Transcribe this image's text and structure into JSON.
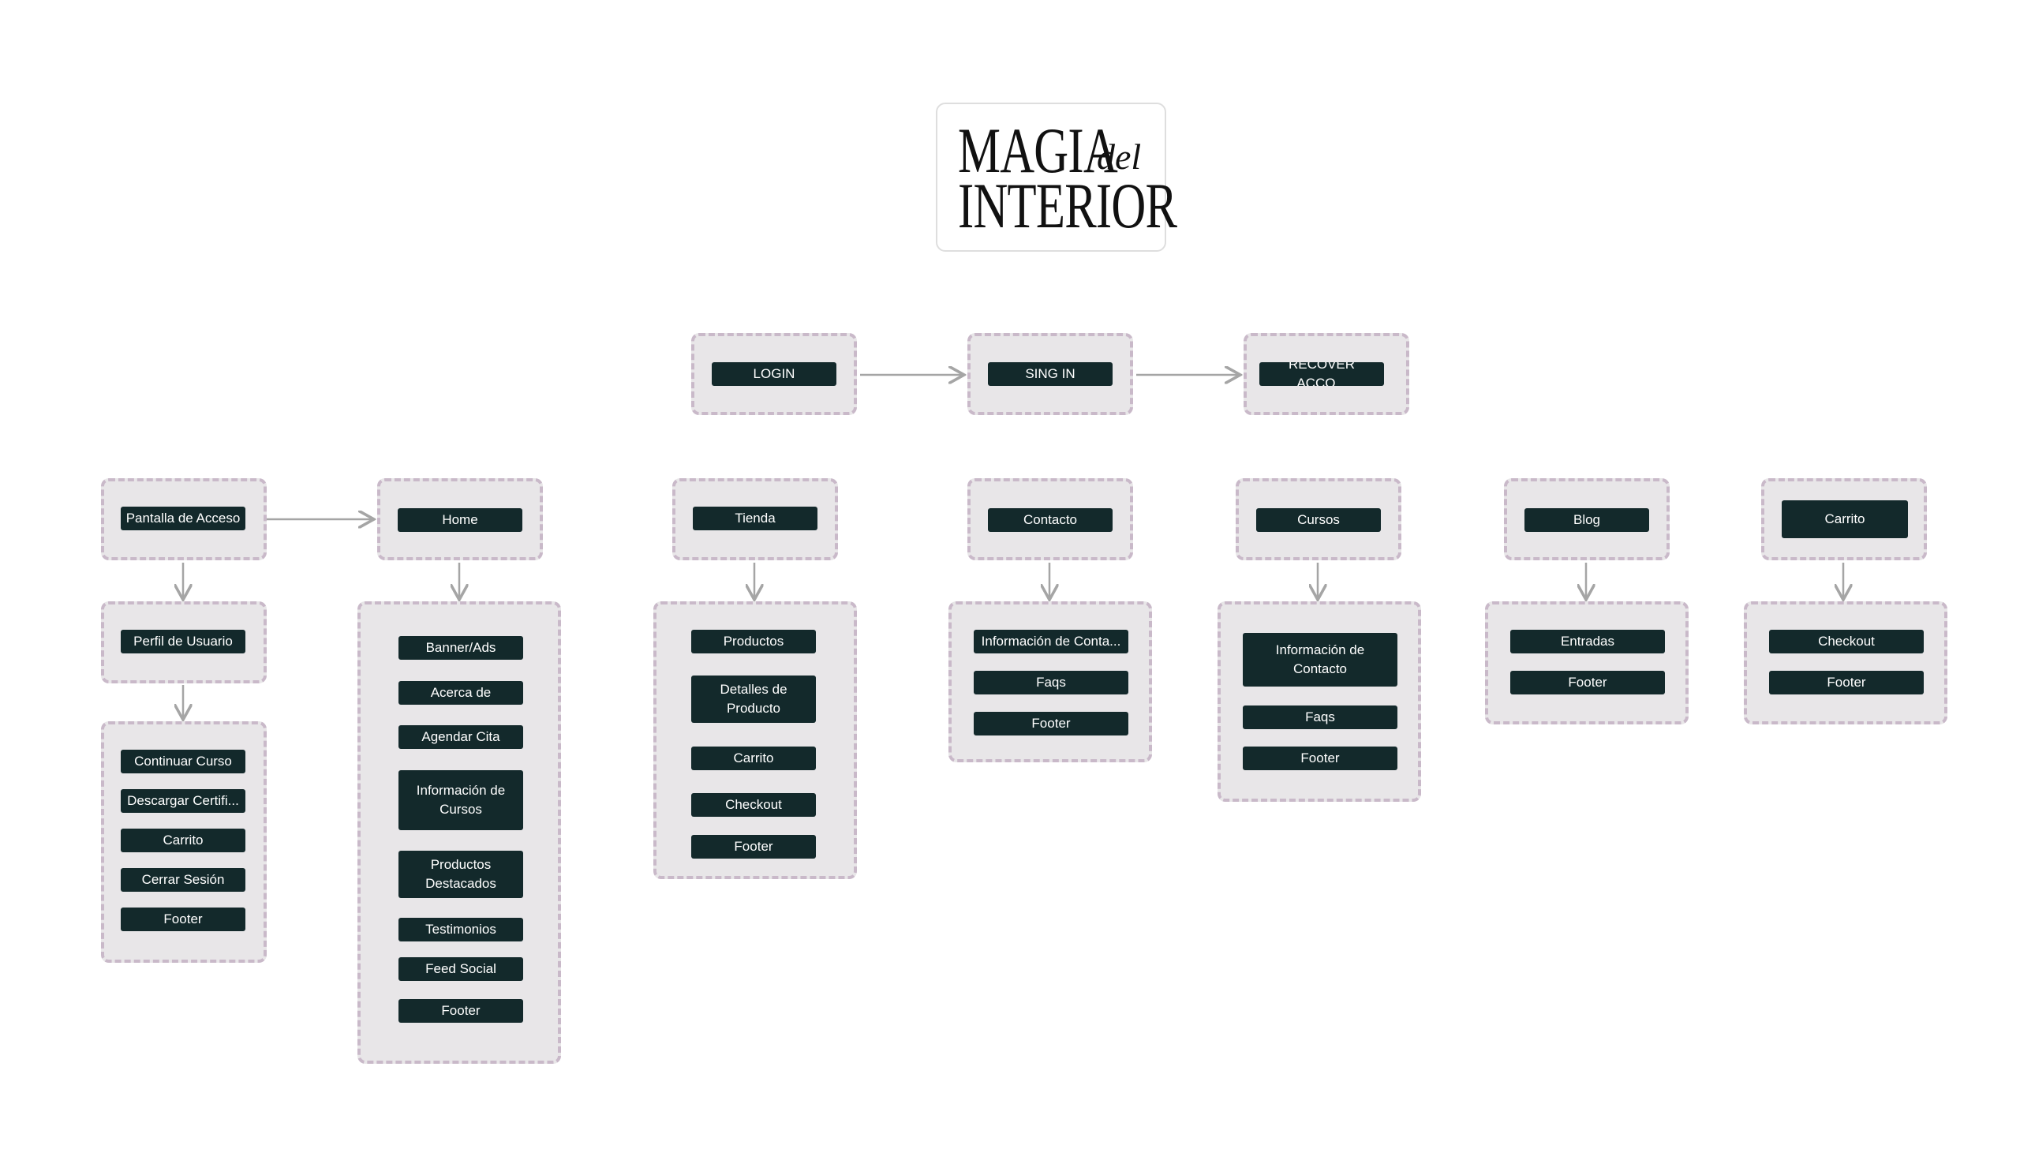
{
  "logo": {
    "line1": "MAGIA",
    "script": "del",
    "line2": "INTERIOR"
  },
  "auth": {
    "login": "LOGIN",
    "signin": "SING IN",
    "recover": "RECOVER ACCO..."
  },
  "flows": {
    "acceso": {
      "title": "Pantalla de Acceso",
      "profile": "Perfil de Usuario",
      "items": [
        "Continuar Curso",
        "Descargar Certifi...",
        "Carrito",
        "Cerrar Sesión",
        "Footer"
      ]
    },
    "home": {
      "title": "Home",
      "items": [
        "Banner/Ads",
        "Acerca de",
        "Agendar Cita",
        "Información de\nCursos",
        "Productos\nDestacados",
        "Testimonios",
        "Feed Social",
        "Footer"
      ]
    },
    "tienda": {
      "title": "Tienda",
      "items": [
        "Productos",
        "Detalles de\nProducto",
        "Carrito",
        "Checkout",
        "Footer"
      ]
    },
    "contacto": {
      "title": "Contacto",
      "items": [
        "Información de Conta...",
        "Faqs",
        "Footer"
      ]
    },
    "cursos": {
      "title": "Cursos",
      "items": [
        "Información de\nContacto",
        "Faqs",
        "Footer"
      ]
    },
    "blog": {
      "title": "Blog",
      "items": [
        "Entradas",
        "Footer"
      ]
    },
    "carrito": {
      "title": "Carrito",
      "items": [
        "Checkout",
        "Footer"
      ]
    }
  },
  "colors": {
    "pill": "#13292b",
    "group_fill": "#e8e6e8",
    "group_border": "#c9b9c9",
    "connector": "#a5a5a5"
  }
}
